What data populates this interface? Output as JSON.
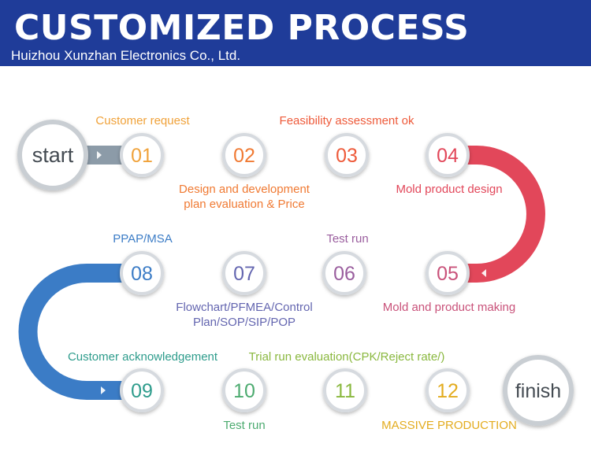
{
  "header": {
    "title": "CUSTOMIZED PROCESS",
    "subtitle": "Huizhou Xunzhan Electronics Co., Ltd."
  },
  "terminals": {
    "start": "start",
    "finish": "finish"
  },
  "steps": [
    {
      "number": "01",
      "label": "Customer request",
      "color": "#f0a23a"
    },
    {
      "number": "02",
      "label": "Design and development plan evaluation & Price",
      "color": "#f07a33"
    },
    {
      "number": "03",
      "label": "Feasibility assessment ok",
      "color": "#ee5a3a"
    },
    {
      "number": "04",
      "label": "Mold product design",
      "color": "#e2475a"
    },
    {
      "number": "05",
      "label": "Mold and product making",
      "color": "#c9527a"
    },
    {
      "number": "06",
      "label": "Test run",
      "color": "#9a5e9e"
    },
    {
      "number": "07",
      "label": "Flowchart/PFMEA/Control Plan/SOP/SIP/POP",
      "color": "#6466b0"
    },
    {
      "number": "08",
      "label": "PPAP/MSA",
      "color": "#3b7cc6"
    },
    {
      "number": "09",
      "label": "Customer acknowledgement",
      "color": "#2e9c8c"
    },
    {
      "number": "10",
      "label": "Test run",
      "color": "#4dab70"
    },
    {
      "number": "11",
      "label": "Trial run evaluation(CPK/Reject rate/)",
      "color": "#8ab83f"
    },
    {
      "number": "12",
      "label": "MASSIVE PRODUCTION",
      "color": "#e3ac1f"
    }
  ]
}
